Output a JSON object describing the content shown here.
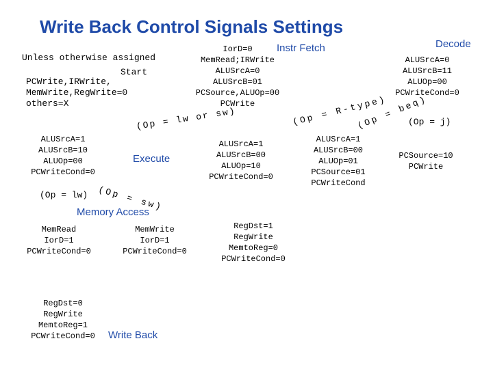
{
  "title": "Write Back Control Signals Settings",
  "defaults": {
    "heading": "Unless otherwise assigned",
    "start": "Start",
    "lines": [
      "PCWrite,IRWrite,",
      "MemWrite,RegWrite=0",
      "others=X"
    ]
  },
  "states": {
    "instr_fetch": {
      "name": "Instr Fetch",
      "signals": [
        "IorD=0",
        "MemRead;IRWrite",
        "ALUSrcA=0",
        "ALUSrcB=01",
        "PCSource,ALUOp=00",
        "PCWrite"
      ]
    },
    "decode": {
      "name": "Decode",
      "signals": [
        "ALUSrcA=0",
        "ALUSrcB=11",
        "ALUOp=00",
        "PCWriteCond=0"
      ]
    },
    "execute": {
      "name": "Execute",
      "signals": [
        "ALUSrcA=1",
        "ALUSrcB=10",
        "ALUOp=00",
        "PCWriteCond=0"
      ]
    },
    "execute_rtype": {
      "signals": [
        "ALUSrcA=1",
        "ALUSrcB=00",
        "ALUOp=10",
        "PCWriteCond=0"
      ]
    },
    "execute_beq": {
      "signals": [
        "ALUSrcA=1",
        "ALUSrcB=00",
        "ALUOp=01",
        "PCSource=01",
        "PCWriteCond"
      ]
    },
    "execute_jump": {
      "signals": [
        "PCSource=10",
        "PCWrite"
      ]
    },
    "memory_access": {
      "name": "Memory Access"
    },
    "mem_read": {
      "signals": [
        "MemRead",
        "IorD=1",
        "PCWriteCond=0"
      ]
    },
    "mem_write": {
      "signals": [
        "MemWrite",
        "IorD=1",
        "PCWriteCond=0"
      ]
    },
    "rtype_writeback": {
      "signals": [
        "RegDst=1",
        "RegWrite",
        "MemtoReg=0",
        "PCWriteCond=0"
      ]
    },
    "write_back": {
      "name": "Write Back",
      "signals": [
        "RegDst=0",
        "RegWrite",
        "MemtoReg=1",
        "PCWriteCond=0"
      ]
    }
  },
  "transitions": {
    "lw_or_sw": "(Op = lw or sw)",
    "rtype": "(Op = R-type)",
    "beq": "(Op = beq)",
    "jump": "(Op = j)",
    "lw": "(Op = lw)",
    "sw": "(Op = sw)"
  }
}
